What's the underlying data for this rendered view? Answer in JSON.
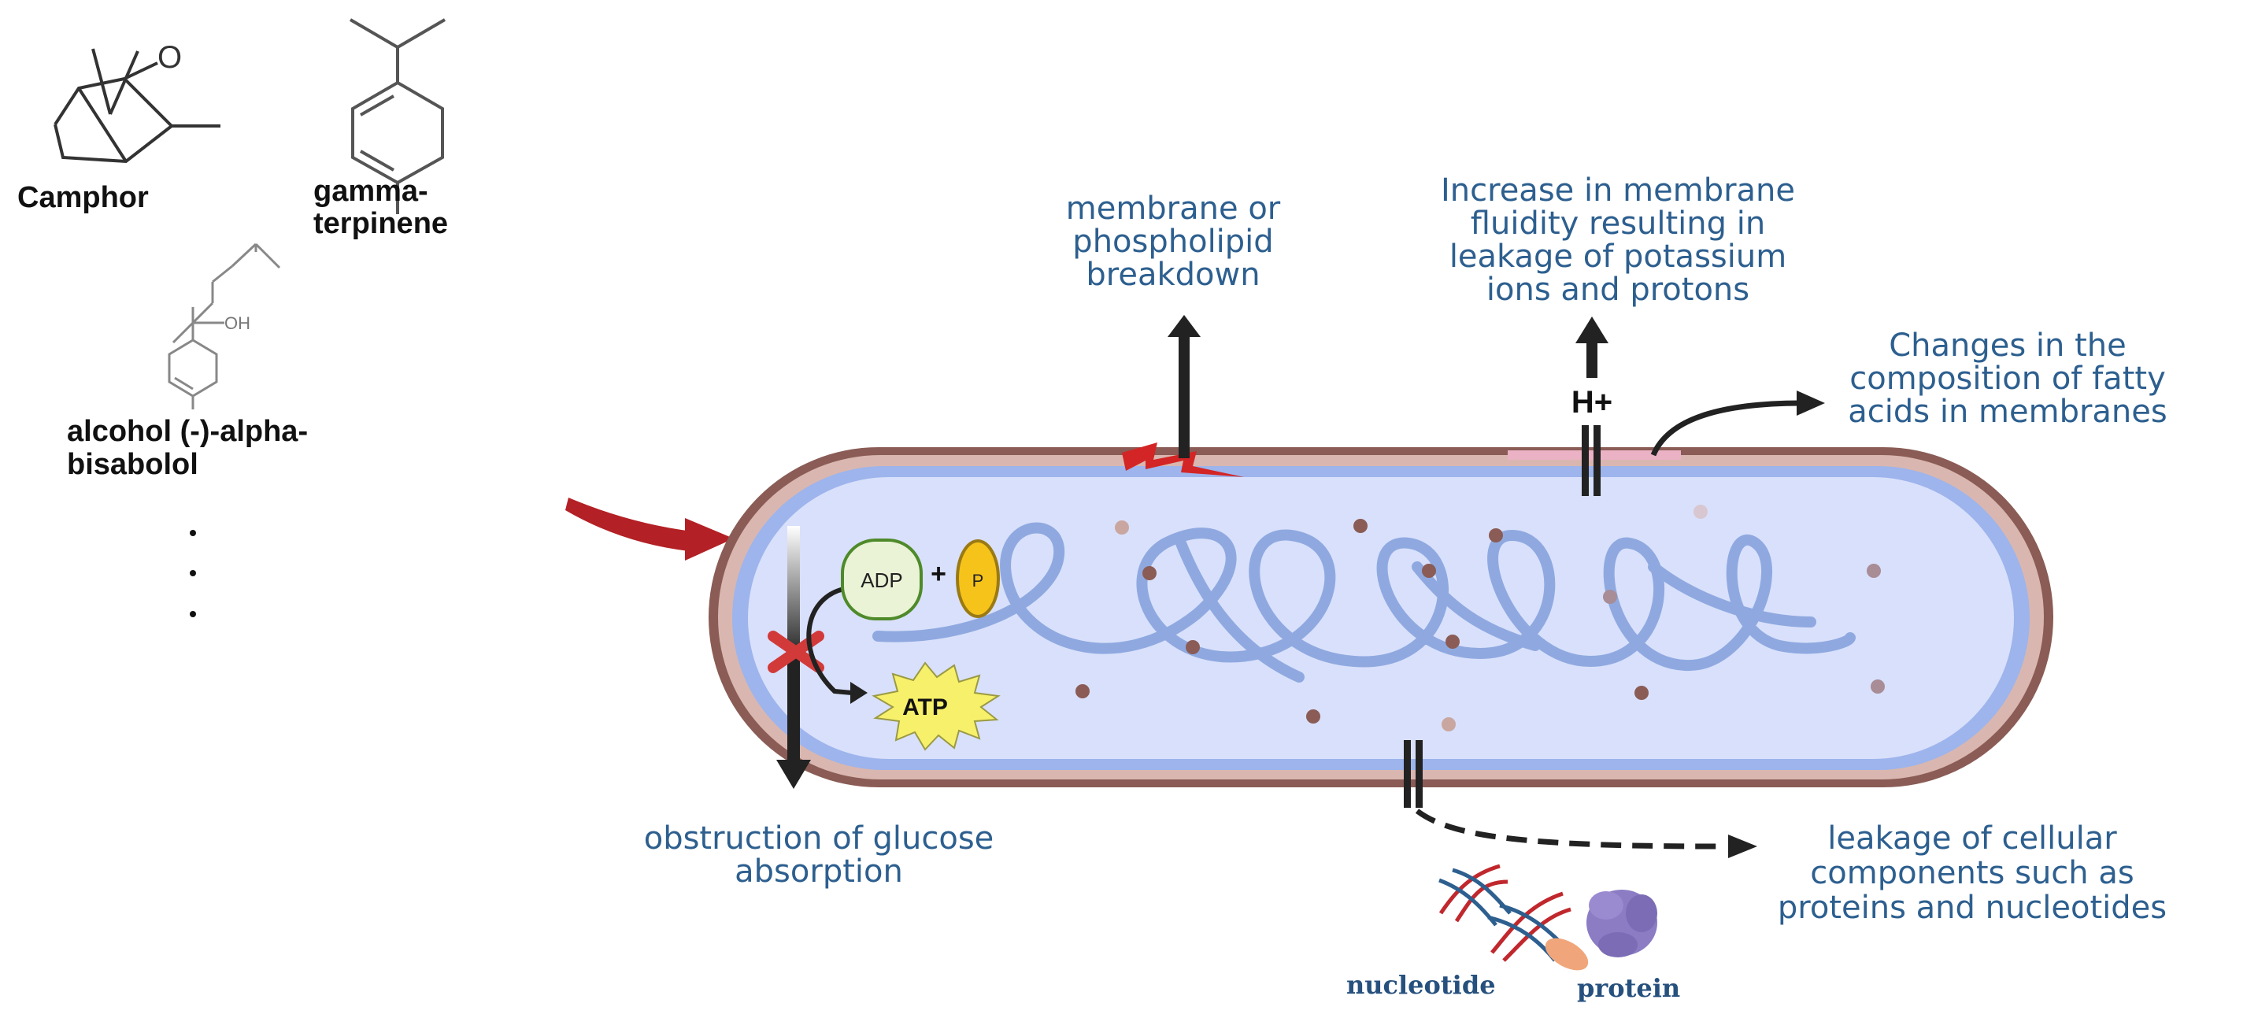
{
  "molecules": {
    "camphor": "Camphor",
    "gamma_line1": "gamma-",
    "gamma_line2": "terpinene",
    "bisabolol_line1": "alcohol (-)-alpha-",
    "bisabolol_line2": "bisabolol",
    "oh": "OH",
    "ketone_o": "O"
  },
  "labels": {
    "membrane_line1": "membrane or",
    "membrane_line2": "phospholipid",
    "membrane_line3": "breakdown",
    "fluidity_line1": "Increase in membrane",
    "fluidity_line2": "fluidity resulting in",
    "fluidity_line3": "leakage of potassium",
    "fluidity_line4": "ions and protons",
    "fatty_line1": "Changes in the",
    "fatty_line2": "composition of fatty",
    "fatty_line3": "acids in membranes",
    "glucose_line1": "obstruction of glucose",
    "glucose_line2": "absorption",
    "leakage_line1": "leakage of cellular",
    "leakage_line2": "components such as",
    "leakage_line3": "proteins and nucleotides",
    "h_plus": "H+",
    "adp": "ADP",
    "plus": "+",
    "phosphate": "P",
    "atp": "ATP",
    "nucleotide": "nucleotide",
    "protein": "protein"
  },
  "colors": {
    "label_blue": "#2d5f8f",
    "cell_wall": "#8a5c55",
    "membrane": "#9db4ec",
    "cytoplasm": "#d9e0fb",
    "dna": "#8fa9e0",
    "red_accent": "#c0282d"
  }
}
